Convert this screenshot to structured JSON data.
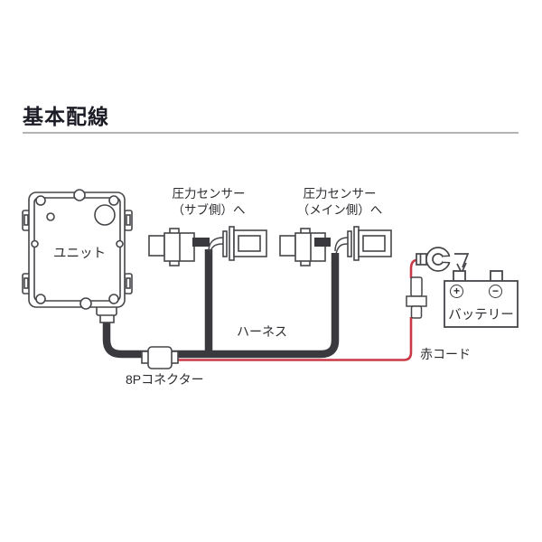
{
  "page": {
    "title": "基本配線"
  },
  "diagram": {
    "unit": {
      "label": "ユニット"
    },
    "sensor_sub": {
      "line1": "圧力センサー",
      "line2": "（サブ側）へ"
    },
    "sensor_main": {
      "line1": "圧力センサー",
      "line2": "（メイン側）へ"
    },
    "battery": {
      "label": "バッテリー",
      "plus": "+",
      "minus": "−"
    },
    "harness": {
      "label": "ハーネス"
    },
    "connector_8p": {
      "label": "8Pコネクター"
    },
    "red_cord": {
      "label": "赤コード"
    },
    "colors": {
      "wire_black": "#3a3a3e",
      "wire_red": "#c93a46",
      "outline": "#46464a",
      "text": "#2b2b30",
      "title": "#1c1c26",
      "rule": "#b3b3b3",
      "background": "#ffffff"
    }
  }
}
